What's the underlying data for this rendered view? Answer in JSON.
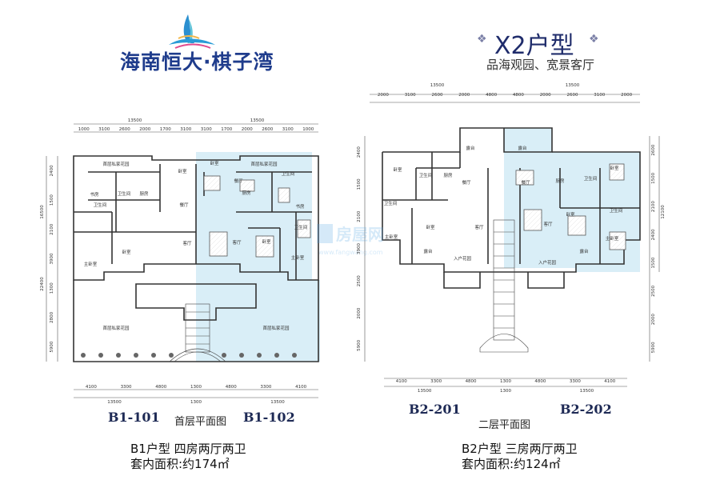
{
  "brand": {
    "name": "海南恒大·棋子湾"
  },
  "unit": {
    "title": "X2户型",
    "subtitle": "品海观园、宽景客厅"
  },
  "watermark": {
    "text": "房屋网",
    "sub": "www.fangwang.com"
  },
  "left_plan": {
    "unit_a": "B1-101",
    "unit_b": "B1-102",
    "floor_label": "首层平面图",
    "type_line": "B1户型   四房两厅两卫",
    "area_line": "套内面积:约174㎡",
    "dims_top_outer": [
      "13500",
      "13500"
    ],
    "dims_top_inner": [
      "1000",
      "3100",
      "2600",
      "2000",
      "1700",
      "3100",
      "3100",
      "1700",
      "2000",
      "2600",
      "3100",
      "1000"
    ],
    "dims_left": [
      "2400",
      "1500",
      "2100",
      "3900",
      "1300",
      "2800",
      "5900"
    ],
    "dims_left_total": [
      "16500",
      "22400"
    ],
    "dims_bottom_inner": [
      "4100",
      "3300",
      "4800",
      "1300",
      "4800",
      "3300",
      "4100"
    ],
    "dims_bottom_outer": [
      "13500",
      "1300",
      "13500"
    ],
    "rooms": [
      "首层私家花园",
      "首层私家花园",
      "卧室",
      "卧室",
      "书房",
      "卫生间",
      "厨房",
      "卫生间",
      "餐厅",
      "主卧室",
      "卧室",
      "客厅",
      "客厅",
      "卧室",
      "主卧室",
      "餐厅",
      "厨房",
      "卫生间",
      "书房",
      "卫生间",
      "首层私家花园",
      "首层私家花园"
    ]
  },
  "right_plan": {
    "unit_a": "B2-201",
    "unit_b": "B2-202",
    "floor_label": "二层平面图",
    "type_line": "B2户型   三房两厅两卫",
    "area_line": "套内面积:约124㎡",
    "dims_top_outer": [
      "13500",
      "13500"
    ],
    "dims_top_inner": [
      "2000",
      "3100",
      "2600",
      "2000",
      "4800",
      "4800",
      "2000",
      "2600",
      "3100",
      "2000"
    ],
    "dims_left": [
      "2400",
      "1500",
      "2100",
      "3900",
      "2500",
      "2000",
      "5900"
    ],
    "dims_right": [
      "2600",
      "1500",
      "2100",
      "2400",
      "1500",
      "2500",
      "2000",
      "5900"
    ],
    "dims_right_total": [
      "12100"
    ],
    "dims_bottom_inner": [
      "4100",
      "3300",
      "4800",
      "1300",
      "4800",
      "3300",
      "4100"
    ],
    "dims_bottom_outer": [
      "13500",
      "1300",
      "13500"
    ],
    "rooms": [
      "露台",
      "露台",
      "卧室",
      "卫生间",
      "厨房",
      "餐厅",
      "餐厅",
      "厨房",
      "卫生间",
      "卧室",
      "卫生间",
      "卧室",
      "客厅",
      "客厅",
      "卧室",
      "卫生间",
      "主卧室",
      "主卧室",
      "露台",
      "露台",
      "入户花园",
      "入户花园"
    ]
  }
}
